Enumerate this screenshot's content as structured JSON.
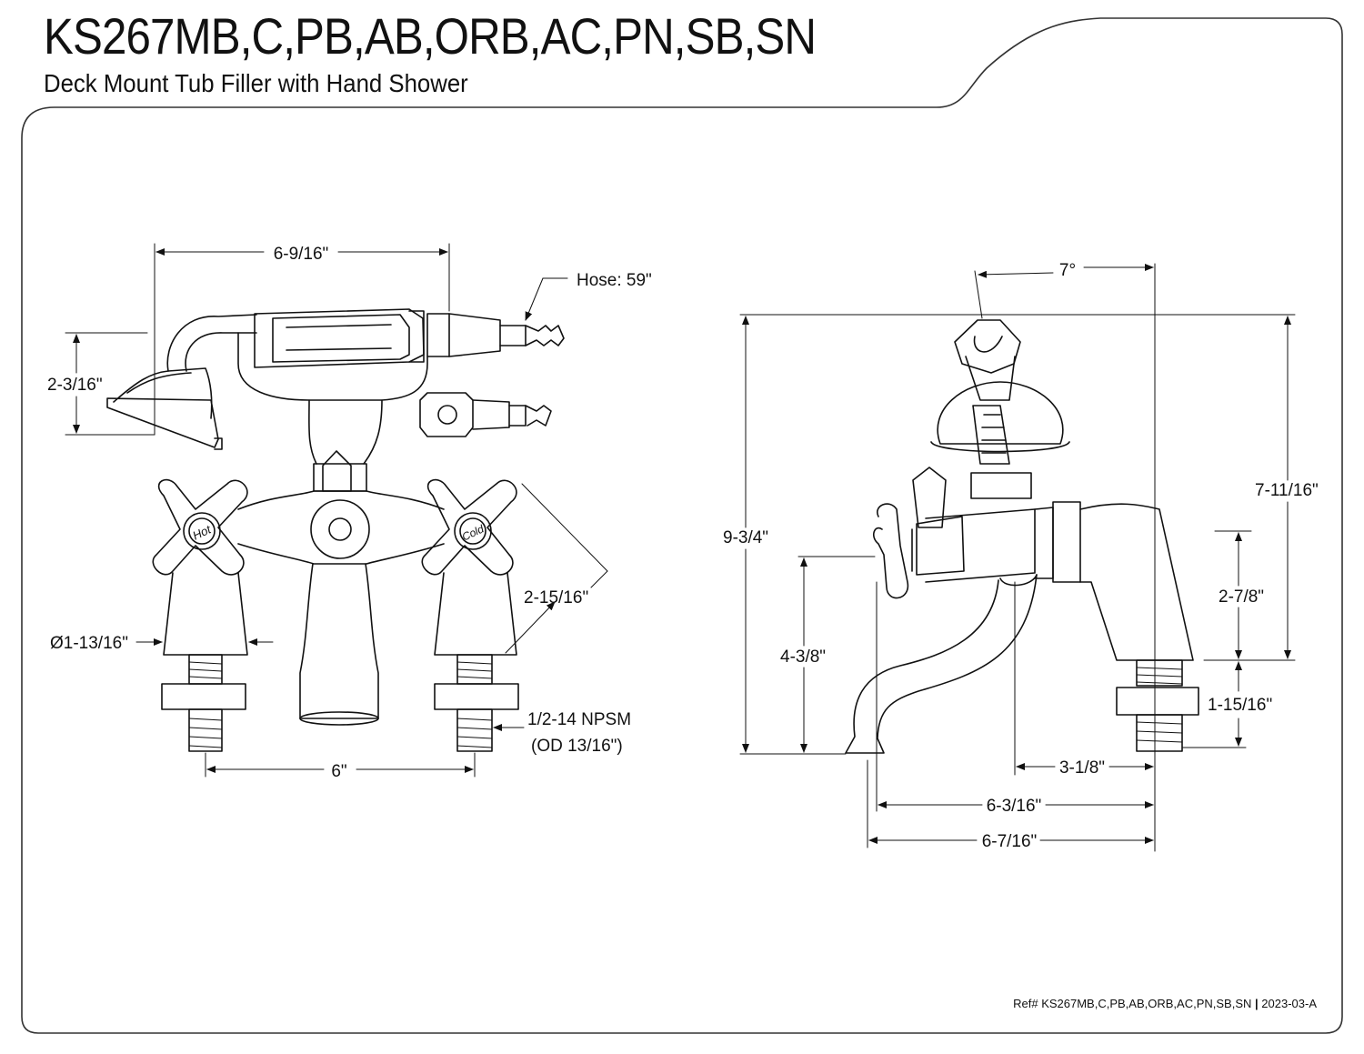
{
  "header": {
    "title": "KS267MB,C,PB,AB,ORB,AC,PN,SB,SN",
    "subtitle": "Deck Mount Tub Filler with Hand Shower"
  },
  "front_view": {
    "dims": {
      "overall_width": "6-9/16\"",
      "hose": "Hose: 59\"",
      "handshower_height": "2-3/16\"",
      "handle_reach": "2-15/16\"",
      "base_diameter": "Ø1-13/16\"",
      "thread": "1/2-14 NPSM",
      "thread_od": "(OD 13/16\")",
      "centers": "6\""
    },
    "handle_labels": {
      "hot": "Hot",
      "cold": "Cold"
    }
  },
  "side_view": {
    "dims": {
      "angle": "7°",
      "overall_height": "9-3/4\"",
      "spout_height": "7-11/16\"",
      "body_height": "2-7/8\"",
      "spout_clearance": "4-3/8\"",
      "shank_height": "1-15/16\"",
      "shank_offset": "3-1/8\"",
      "reach_inner": "6-3/16\"",
      "reach_outer": "6-7/16\""
    }
  },
  "footer": {
    "ref_prefix": "Ref# KS267MB,C,PB,AB,ORB,AC,PN,SB,SN",
    "separator": "|",
    "ref_date": "2023-03-A"
  }
}
